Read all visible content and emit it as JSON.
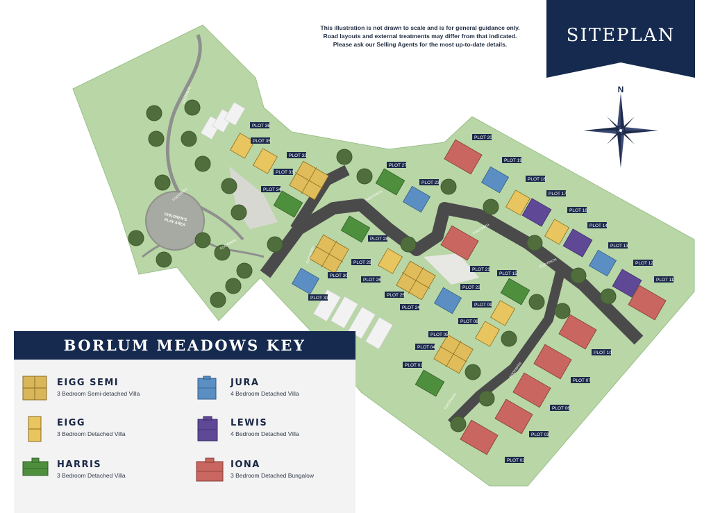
{
  "disclaimer": {
    "line1": "This illustration is not drawn to scale and is for general guidance only.",
    "line2": "Road layouts and external treatments may differ from that indicated.",
    "line3": "Please ask our Selling Agents for the most up-to-date details."
  },
  "badge": {
    "title": "SITEPLAN"
  },
  "compass": {
    "north": "N"
  },
  "key": {
    "title": "BORLUM MEADOWS KEY",
    "items": [
      {
        "name": "EIGG SEMI",
        "desc": "3 Bedroom Semi-detached Villa",
        "color": "#d9b65a",
        "icon": "semi-house-icon"
      },
      {
        "name": "EIGG",
        "desc": "3 Bedroom Detached Villa",
        "color": "#e8c55e",
        "icon": "narrow-house-icon"
      },
      {
        "name": "HARRIS",
        "desc": "3 Bedroom Detached Villa",
        "color": "#4e8f3e",
        "icon": "wide-house-icon"
      },
      {
        "name": "JURA",
        "desc": "4 Bedroom Detached Villa",
        "color": "#5b8fc3",
        "icon": "house-icon"
      },
      {
        "name": "LEWIS",
        "desc": "4 Bedroom Detached Villa",
        "color": "#5f4896",
        "icon": "house-icon"
      },
      {
        "name": "IONA",
        "desc": "3 Bedroom Detached Bungalow",
        "color": "#c96660",
        "icon": "bungalow-icon"
      }
    ]
  },
  "map": {
    "play_area": [
      "CHILDREN'S",
      "PLAY AREA"
    ],
    "footpath_label": "FOOTPATH",
    "plot_labels": {
      "p01": "PLOT 01",
      "p02": "PLOT 02",
      "p03": "PLOT 03",
      "p04": "PLOT 04",
      "p05": "PLOT 05",
      "p06": "PLOT 06",
      "p07": "PLOT 07",
      "p08": "PLOT 08",
      "p09": "PLOT 09",
      "p10": "PLOT 10",
      "p11": "PLOT 11",
      "p12": "PLOT 12",
      "p13": "PLOT 13",
      "p14": "PLOT 14",
      "p15": "PLOT 15",
      "p16": "PLOT 16",
      "p17": "PLOT 17",
      "p18": "PLOT 18",
      "p19": "PLOT 19",
      "p20": "PLOT 20",
      "p21": "PLOT 21",
      "p22": "PLOT 22",
      "p23": "PLOT 23",
      "p24": "PLOT 24",
      "p25": "PLOT 25",
      "p26": "PLOT 26",
      "p27": "PLOT 27",
      "p28": "PLOT 28",
      "p29": "PLOT 29",
      "p30": "PLOT 30",
      "p31": "PLOT 31",
      "p32": "PLOT 32",
      "p33": "PLOT 33",
      "p34": "PLOT 34",
      "p35": "PLOT 35",
      "p36": "PLOT 36"
    }
  }
}
